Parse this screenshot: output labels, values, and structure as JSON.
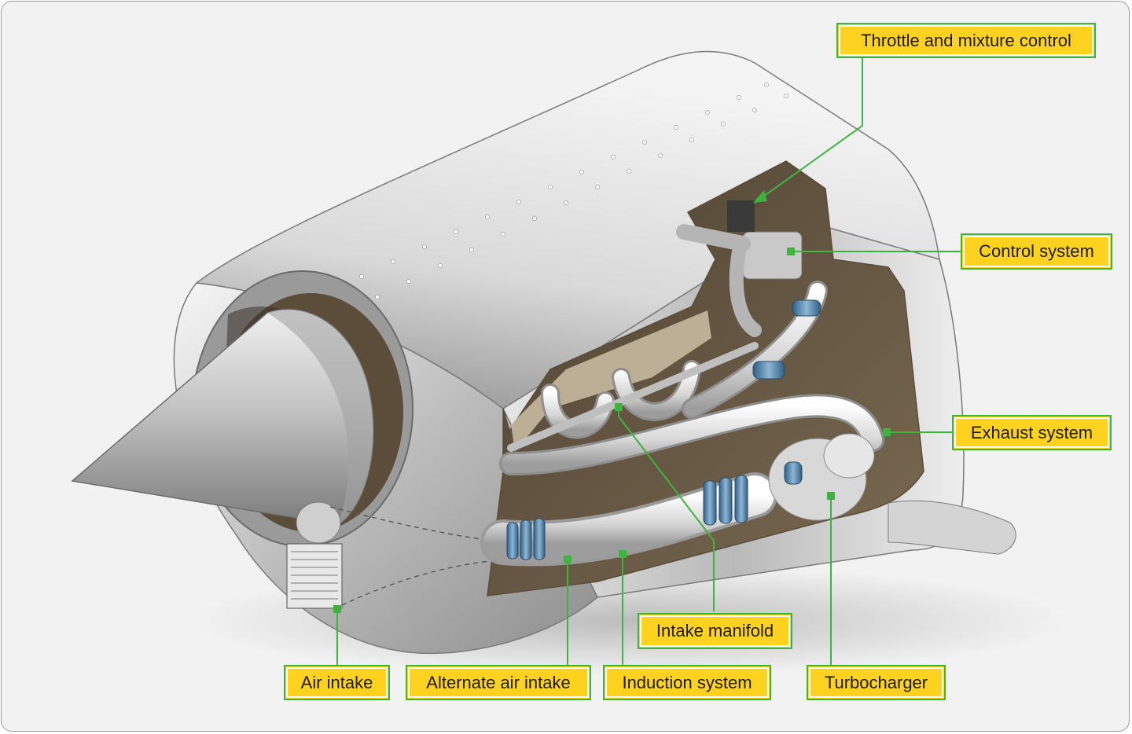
{
  "diagram": {
    "labels": {
      "throttle_mixture": "Throttle and mixture control",
      "control_system": "Control system",
      "exhaust_system": "Exhaust system",
      "intake_manifold": "Intake manifold",
      "air_intake": "Air intake",
      "alternate_air_intake": "Alternate air intake",
      "induction_system": "Induction system",
      "turbocharger": "Turbocharger"
    },
    "colors": {
      "callout_fill": "#ffd21f",
      "leader_line": "#3fb33f",
      "clamp_blue": "#4a7fa8",
      "engine_bay": "#6b5a44",
      "cowling_silver": "#c8c8c8"
    }
  }
}
